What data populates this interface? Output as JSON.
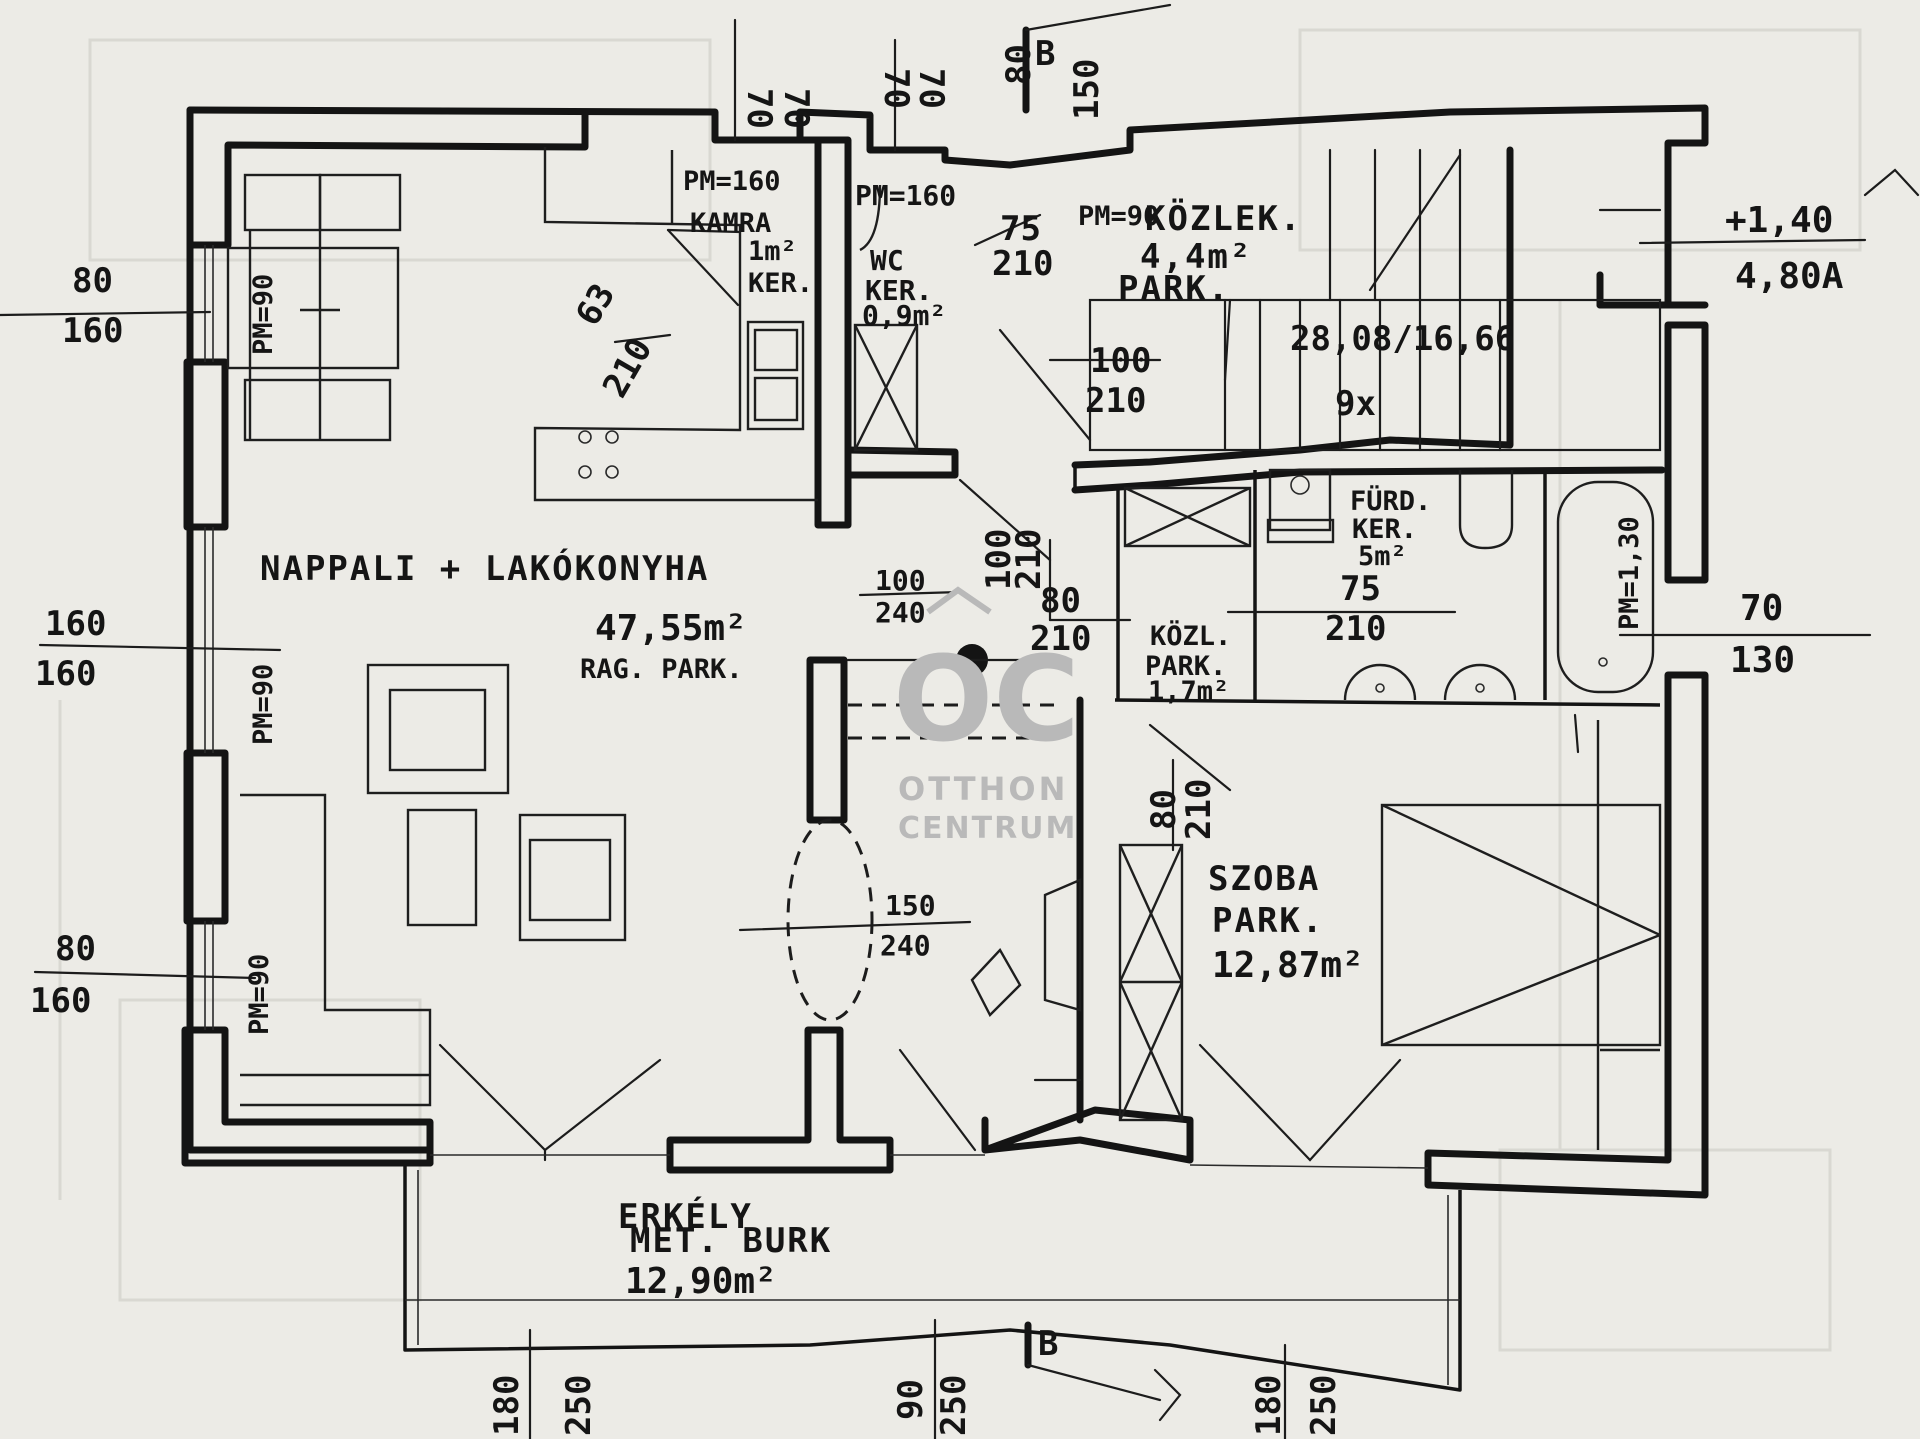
{
  "rooms": {
    "living": {
      "name": "NAPPALI + LAKÓKONYHA",
      "area": "47,55m²",
      "floor": "RAG. PARK."
    },
    "pantry": {
      "name": "KAMRA",
      "area": "1m²",
      "floor": "KER."
    },
    "wc": {
      "name": "WC",
      "area": "0,9m²",
      "floor": "KER."
    },
    "hall": {
      "name": "KÖZLEK.",
      "area": "4,4m²",
      "floor": "PARK."
    },
    "bath": {
      "name": "FÜRD.",
      "floor": "KER.",
      "area": "5m²"
    },
    "corridor": {
      "name": "KÖZL.",
      "floor": "PARK.",
      "area": "1,7m²"
    },
    "bedroom": {
      "name": "SZOBA",
      "floor": "PARK.",
      "area": "12,87m²"
    },
    "balcony": {
      "name": "ERKÉLY",
      "floor": "MET. BURK",
      "area": "12,90m²"
    }
  },
  "stairs": {
    "ratio": "28,08/16,66",
    "count": "9x"
  },
  "level": {
    "top": "+1,40",
    "bottom": "4,80A"
  },
  "section_marks": {
    "top": "B",
    "bottom": "B"
  },
  "parapets": {
    "pantry": "PM=160",
    "wc": "PM=160",
    "hall": "PM=90",
    "left_top": "PM=90",
    "left_mid": "PM=90",
    "left_bot": "PM=90",
    "bath": "PM=1,30"
  },
  "openings": {
    "top_a": {
      "w": "70",
      "h": "70"
    },
    "top_b": {
      "w": "70",
      "h": "70"
    },
    "top_c": {
      "w": "80",
      "h": "150"
    },
    "pantry_door": {
      "w": "63",
      "h": "210"
    },
    "wc_door": {
      "w": "75",
      "h": "210"
    },
    "hall_door": {
      "w": "100",
      "h": "210"
    },
    "left_top": {
      "w": "80",
      "h": "160"
    },
    "left_mid": {
      "w": "160",
      "h": "160"
    },
    "left_bot": {
      "w": "80",
      "h": "160"
    },
    "living_open": {
      "w": "100",
      "h": "240"
    },
    "vert_door": {
      "w": "100",
      "h": "210"
    },
    "corr_door": {
      "w": "80",
      "h": "210"
    },
    "bath_door": {
      "w": "75",
      "h": "210"
    },
    "bedroom_door": {
      "w": "80",
      "h": "210"
    },
    "right_win": {
      "w": "70",
      "h": "130"
    },
    "arch": {
      "w": "150",
      "h": "240"
    },
    "bot_a": {
      "w": "180",
      "h": "250"
    },
    "bot_b": {
      "w": "90",
      "h": "250"
    },
    "bot_c": {
      "w": "180",
      "h": "250"
    }
  },
  "watermark": {
    "line1": "OTTHON",
    "line2": "CENTRUM",
    "mark": "OC"
  },
  "colors": {
    "paper": "#ecebe6",
    "ink": "#141414",
    "watermark": "#b9b9b9"
  }
}
